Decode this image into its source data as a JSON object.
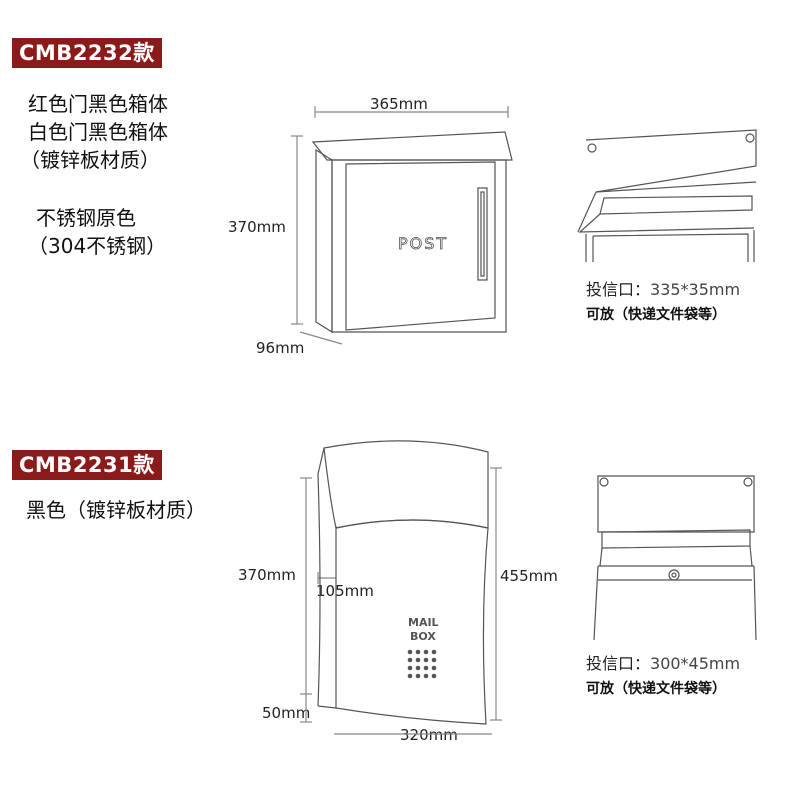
{
  "model_a": {
    "code": "CMB2232款",
    "description_lines": [
      "红色门黑色箱体",
      "白色门黑色箱体",
      "（镀锌板材质）"
    ],
    "material_lines": [
      "不锈钢原色",
      "（304不锈钢）"
    ],
    "dims": {
      "width": "365mm",
      "height": "370mm",
      "depth": "96mm"
    },
    "door_text": "POST",
    "slot_label": "投信口：",
    "slot_value": "335*35mm",
    "note": "可放（快递文件袋等）"
  },
  "model_b": {
    "code": "CMB2231款",
    "description_lines": [
      "黑色（镀锌板材质）"
    ],
    "dims": {
      "height_front": "370mm",
      "offset": "105mm",
      "height_total": "455mm",
      "bottom": "50mm",
      "width": "320mm"
    },
    "box_text_1": "MAIL",
    "box_text_2": "BOX",
    "slot_label": "投信口：",
    "slot_value": "300*45mm",
    "note": "可放（快递文件袋等）"
  },
  "colors": {
    "badge": "#8b1a1a"
  }
}
